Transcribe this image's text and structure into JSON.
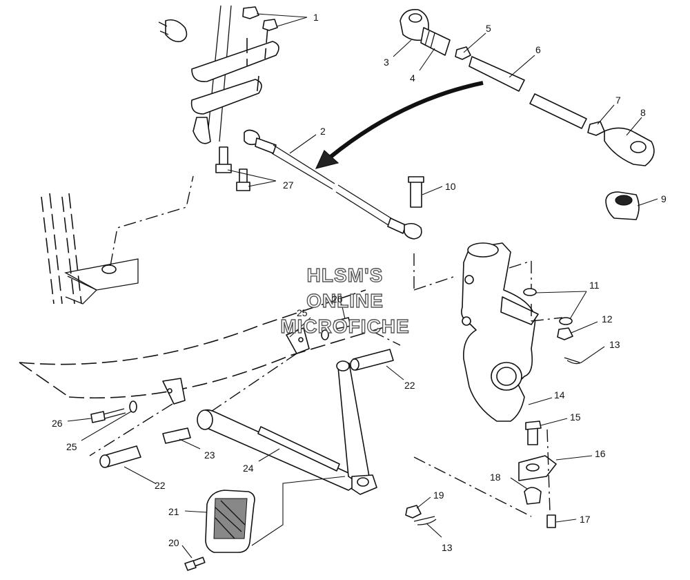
{
  "watermark": {
    "line1": "HLSM'S",
    "line2": "ONLINE",
    "line3": "MICROFICHE"
  },
  "callouts": {
    "c1": "1",
    "c2": "2",
    "c3": "3",
    "c4": "4",
    "c5": "5",
    "c6": "6",
    "c7": "7",
    "c8": "8",
    "c9": "9",
    "c10": "10",
    "c11": "11",
    "c12": "12",
    "c13a": "13",
    "c13b": "13",
    "c14": "14",
    "c15": "15",
    "c16": "16",
    "c17": "17",
    "c18": "18",
    "c19": "19",
    "c20": "20",
    "c21": "21",
    "c22a": "22",
    "c22b": "22",
    "c23": "23",
    "c24": "24",
    "c25a": "25",
    "c25b": "25",
    "c26a": "26",
    "c26b": "26",
    "c27": "27"
  }
}
